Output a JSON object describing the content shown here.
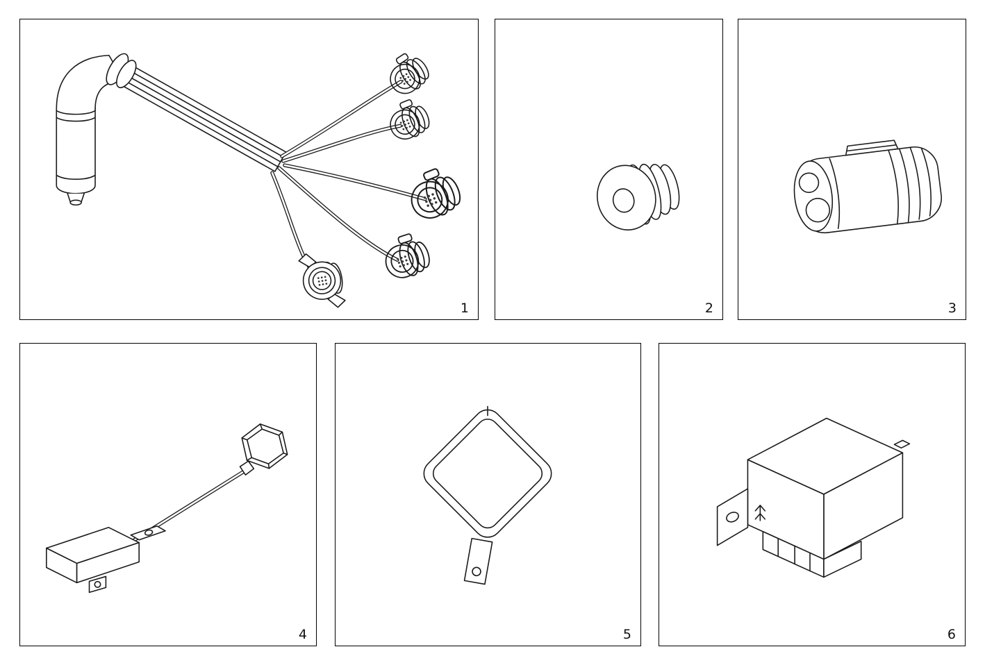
{
  "page": {
    "background": "#ffffff",
    "ink_color": "#1a1a1a"
  },
  "panels": [
    {
      "label": "1",
      "part": "wiring-harness-with-socket-connectors"
    },
    {
      "label": "2",
      "part": "threaded-plug"
    },
    {
      "label": "3",
      "part": "two-way-connector-housing"
    },
    {
      "label": "4",
      "part": "sensor-switch-with-lead"
    },
    {
      "label": "5",
      "part": "flasher-relay"
    },
    {
      "label": "6",
      "part": "control-module"
    }
  ]
}
